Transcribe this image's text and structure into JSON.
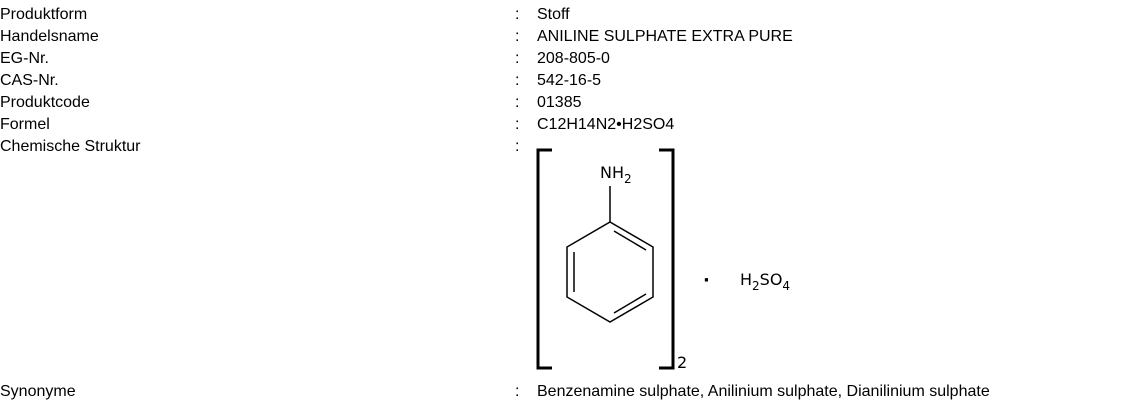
{
  "rows": [
    {
      "label": "Produktform",
      "colon": ":",
      "value": "Stoff"
    },
    {
      "label": "Handelsname",
      "colon": ":",
      "value": "ANILINE SULPHATE EXTRA PURE"
    },
    {
      "label": "EG-Nr.",
      "colon": ":",
      "value": "208-805-0"
    },
    {
      "label": "CAS-Nr.",
      "colon": ":",
      "value": "542-16-5"
    },
    {
      "label": "Produktcode",
      "colon": ":",
      "value": "01385"
    },
    {
      "label": "Formel",
      "colon": ":",
      "value": "C12H14N2•H2SO4"
    },
    {
      "label": "Chemische Struktur",
      "colon": ":"
    },
    {
      "label": "Synonyme",
      "colon": ":",
      "value": "Benzenamine sulphate, Anilinium sulphate, Dianilinium sulphate"
    }
  ],
  "structure": {
    "amine_group": {
      "main": "NH",
      "sub": "2"
    },
    "multiplier": "2",
    "dot": "·",
    "acid": {
      "h": "H",
      "h_sub": "2",
      "so": "SO",
      "so_sub": "4"
    }
  }
}
